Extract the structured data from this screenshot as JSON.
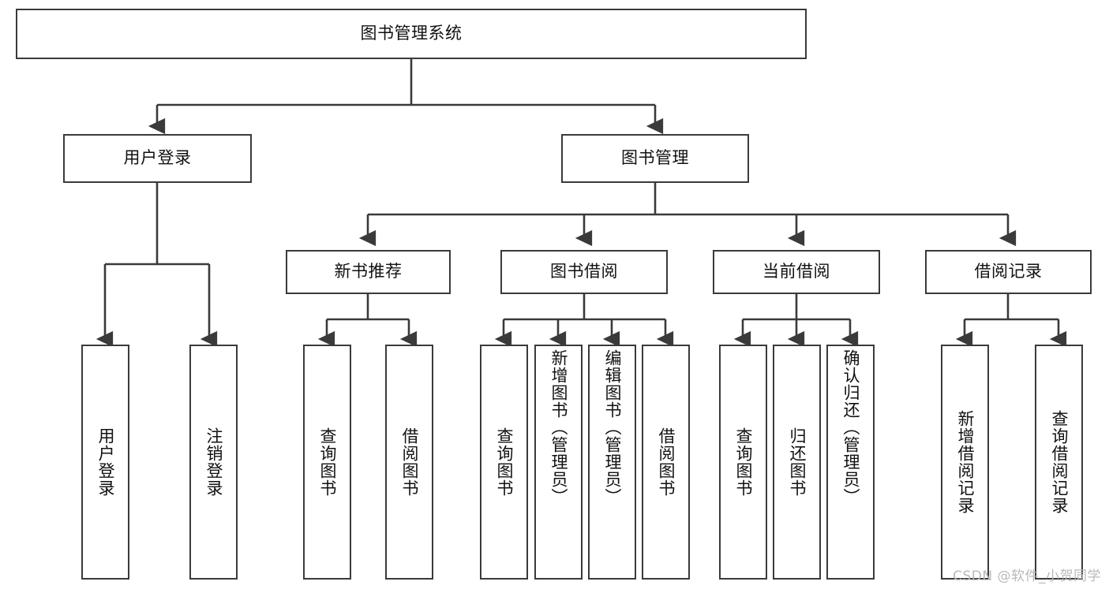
{
  "diagram": {
    "title": "图书管理系统",
    "type": "tree-hierarchy",
    "root": {
      "id": "root",
      "label": "图书管理系统"
    },
    "level2": [
      {
        "id": "user-login",
        "label": "用户登录"
      },
      {
        "id": "book-manage",
        "label": "图书管理"
      }
    ],
    "level3": [
      {
        "id": "new-book-recommend",
        "label": "新书推荐"
      },
      {
        "id": "book-borrow",
        "label": "图书借阅"
      },
      {
        "id": "current-borrow",
        "label": "当前借阅"
      },
      {
        "id": "borrow-record",
        "label": "借阅记录"
      }
    ],
    "leaves": {
      "user_login": [
        {
          "id": "leaf-user-login",
          "label": "用户登录"
        },
        {
          "id": "leaf-logout-login",
          "label": "注销登录"
        }
      ],
      "new_book_recommend": [
        {
          "id": "leaf-query-book-1",
          "label": "查询图书"
        },
        {
          "id": "leaf-borrow-book-1",
          "label": "借阅图书"
        }
      ],
      "book_borrow": [
        {
          "id": "leaf-query-book-2",
          "label": "查询图书"
        },
        {
          "id": "leaf-add-book",
          "label": "新增图书（管理员）"
        },
        {
          "id": "leaf-edit-book",
          "label": "编辑图书（管理员）"
        },
        {
          "id": "leaf-borrow-book-2",
          "label": "借阅图书"
        }
      ],
      "current_borrow": [
        {
          "id": "leaf-query-book-3",
          "label": "查询图书"
        },
        {
          "id": "leaf-return-book",
          "label": "归还图书"
        },
        {
          "id": "leaf-confirm-return",
          "label": "确认归还（管理员）"
        }
      ],
      "borrow_record": [
        {
          "id": "leaf-add-record",
          "label": "新增借阅记录"
        },
        {
          "id": "leaf-query-record",
          "label": "查询借阅记录"
        }
      ]
    }
  },
  "watermark": {
    "text": "CSDN @软件_小贺同学"
  },
  "colors": {
    "background": "#ffffff",
    "box_fill": "#ffffff",
    "box_border": "#3a3a3a",
    "text": "#111111",
    "connector": "#3a3a3a",
    "watermark": "#b9b9b9"
  }
}
